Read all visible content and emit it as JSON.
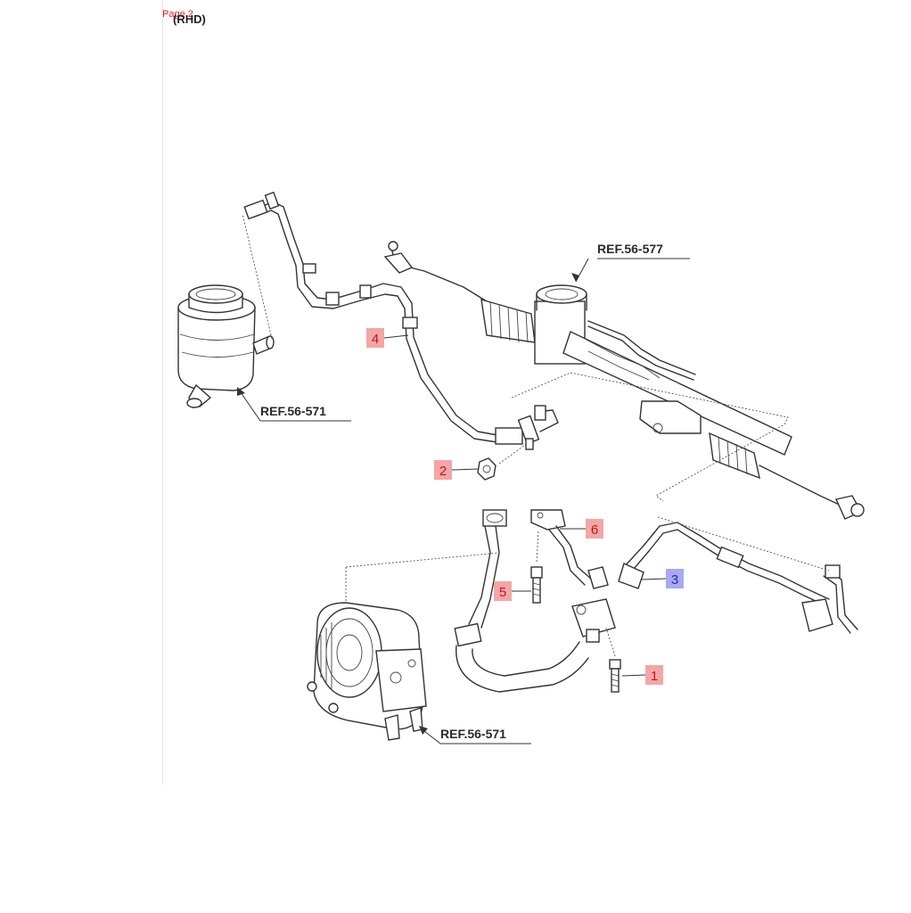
{
  "header": {
    "page_tag": "Page 2",
    "variant": "(RHD)"
  },
  "references": {
    "steering_gear": "REF.56-577",
    "reservoir": "REF.56-571",
    "pump": "REF.56-571"
  },
  "callouts": [
    {
      "id": "1",
      "color": "red"
    },
    {
      "id": "2",
      "color": "red"
    },
    {
      "id": "3",
      "color": "blue"
    },
    {
      "id": "4",
      "color": "red"
    },
    {
      "id": "5",
      "color": "red"
    },
    {
      "id": "6",
      "color": "red"
    }
  ],
  "colors": {
    "callout_red_bg": "#f4a6a6",
    "callout_blue_bg": "#a9a9f2",
    "line": "#333333"
  }
}
